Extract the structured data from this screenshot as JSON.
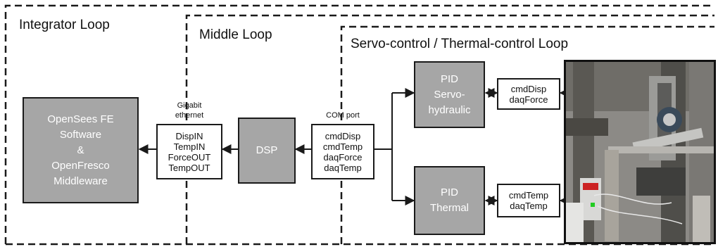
{
  "regions": {
    "integrator": "Integrator Loop",
    "middle": "Middle Loop",
    "servo": "Servo-control / Thermal-control Loop"
  },
  "blocks": {
    "opensees": [
      "OpenSees FE",
      "Software",
      "&",
      "OpenFresco",
      "Middleware"
    ],
    "signals_left": [
      "DispIN",
      "TempIN",
      "ForceOUT",
      "TempOUT"
    ],
    "dsp": "DSP",
    "signals_mid": [
      "cmdDisp",
      "cmdTemp",
      "daqForce",
      "daqTemp"
    ],
    "pid_servo": [
      "PID",
      "Servo-",
      "hydraulic"
    ],
    "pid_thermal": [
      "PID",
      "Thermal"
    ],
    "servo_signals": [
      "cmdDisp",
      "daqForce"
    ],
    "thermal_signals": [
      "cmdTemp",
      "daqTemp"
    ]
  },
  "connections": {
    "gigabit": [
      "Gigabit",
      "ethernet"
    ],
    "com": "COM port"
  },
  "colors": {
    "block_fill": "#a6a6a6",
    "line": "#1a1a1a"
  }
}
